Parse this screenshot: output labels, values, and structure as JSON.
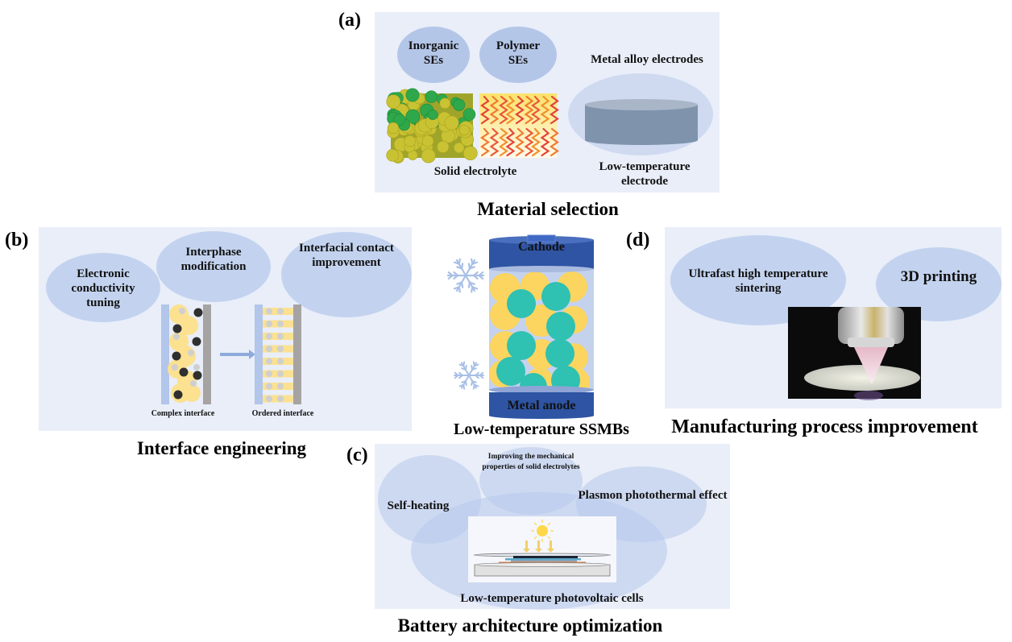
{
  "figure": {
    "center": {
      "label": "Low-temperature SSMBs",
      "cathode_label": "Cathode",
      "anode_label": "Metal anode",
      "icons": [
        "snowflake-icon",
        "snowflake-icon"
      ]
    },
    "panels": [
      {
        "tag": "(a)",
        "caption": "Material selection",
        "items": {
          "inorganic": "Inorganic SEs",
          "polymer": "Polymer SEs",
          "solid_electrolyte": "Solid electrolyte",
          "metal_alloy": "Metal alloy electrodes",
          "low_temp_electrode": "Low-temperature electrode"
        }
      },
      {
        "tag": "(b)",
        "caption": "Interface engineering",
        "items": {
          "electronic": "Electronic conductivity tuning",
          "interphase": "Interphase modification",
          "interfacial": "Interfacial contact improvement",
          "complex": "Complex interface",
          "ordered": "Ordered interface"
        }
      },
      {
        "tag": "(c)",
        "caption": "Battery architecture optimization",
        "items": {
          "self_heating": "Self-heating",
          "mechanical": "Improving the mechanical properties of solid electrolytes",
          "plasmon": "Plasmon photothermal effect",
          "photovoltaic": "Low-temperature photovoltaic cells"
        }
      },
      {
        "tag": "(d)",
        "caption": "Manufacturing process improvement",
        "items": {
          "sintering": "Ultrafast high temperature sintering",
          "printing": "3D printing"
        }
      }
    ]
  },
  "colors": {
    "panel_bg": "#e9eef9",
    "bubble": "#b4c6e8",
    "battery_cap": "#2e54a3",
    "battery_body": "#c4d2ee",
    "particle_yellow": "#fbd55f",
    "particle_teal": "#2fc1b1",
    "collector_blue": "#b2c5ea",
    "collector_gray": "#a6a3a3"
  }
}
